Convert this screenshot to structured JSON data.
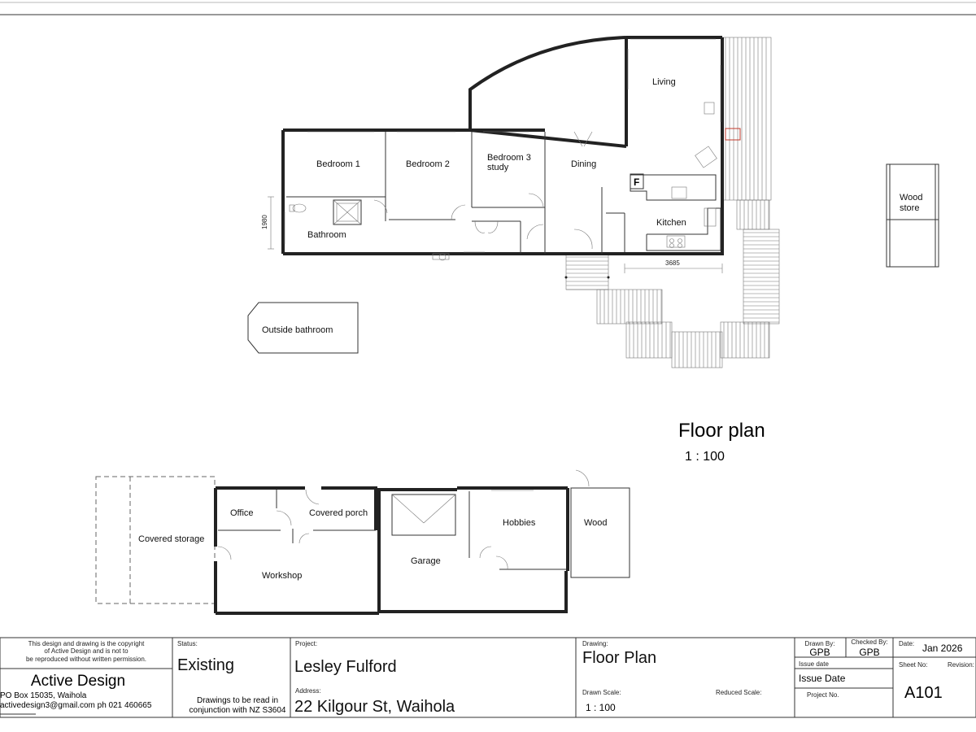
{
  "drawing": {
    "title": "Floor plan",
    "scale_note": "1 : 100",
    "rooms": {
      "bedroom1": "Bedroom 1",
      "bedroom2": "Bedroom 2",
      "bedroom3": "Bedroom 3",
      "study": "study",
      "dining": "Dining",
      "living": "Living",
      "kitchen": "Kitchen",
      "bathroom": "Bathroom",
      "outside_bathroom": "Outside bathroom",
      "wood_store_1": "Wood",
      "wood_store_2": "store",
      "office": "Office",
      "covered_porch": "Covered porch",
      "covered_storage": "Covered storage",
      "workshop": "Workshop",
      "garage": "Garage",
      "hobbies": "Hobbies",
      "wood": "Wood"
    },
    "fridge_label": "F",
    "dimensions": {
      "bath_height": "1980",
      "kitchen_width": "3685"
    }
  },
  "title_block": {
    "copyright_1": "This design and drawing is the copyright",
    "copyright_2": "of Active Design  and is not to",
    "copyright_3": "be reproduced without written permission.",
    "company": "Active Design",
    "po_box": "PO Box 15035, Waihola",
    "contact": "activedesign3@gmail.com  ph 021 460665",
    "status_label": "Status:",
    "status_value": "Existing",
    "note_1": "Drawings to be read in",
    "note_2": "conjunction with  NZ S3604",
    "project_label": "Project:",
    "project_value": "Lesley Fulford",
    "address_label": "Address:",
    "address_value": "22 Kilgour St, Waihola",
    "drawing_label": "Drawing:",
    "drawing_value": "Floor Plan",
    "drawn_scale_label": "Drawn Scale:",
    "drawn_scale_value": "1 : 100",
    "reduced_scale_label": "Reduced Scale:",
    "drawn_by_label": "Drawn By:",
    "drawn_by_value": "GPB",
    "checked_by_label": "Checked By:",
    "checked_by_value": "GPB",
    "issue_date_label": "Issue date",
    "issue_date_value": "Issue Date",
    "project_no_label": "Project No.",
    "date_label": "Date:",
    "date_value": "Jan 2026",
    "sheet_no_label": "Sheet No:",
    "sheet_no_value": "A101",
    "revision_label": "Revision:"
  }
}
